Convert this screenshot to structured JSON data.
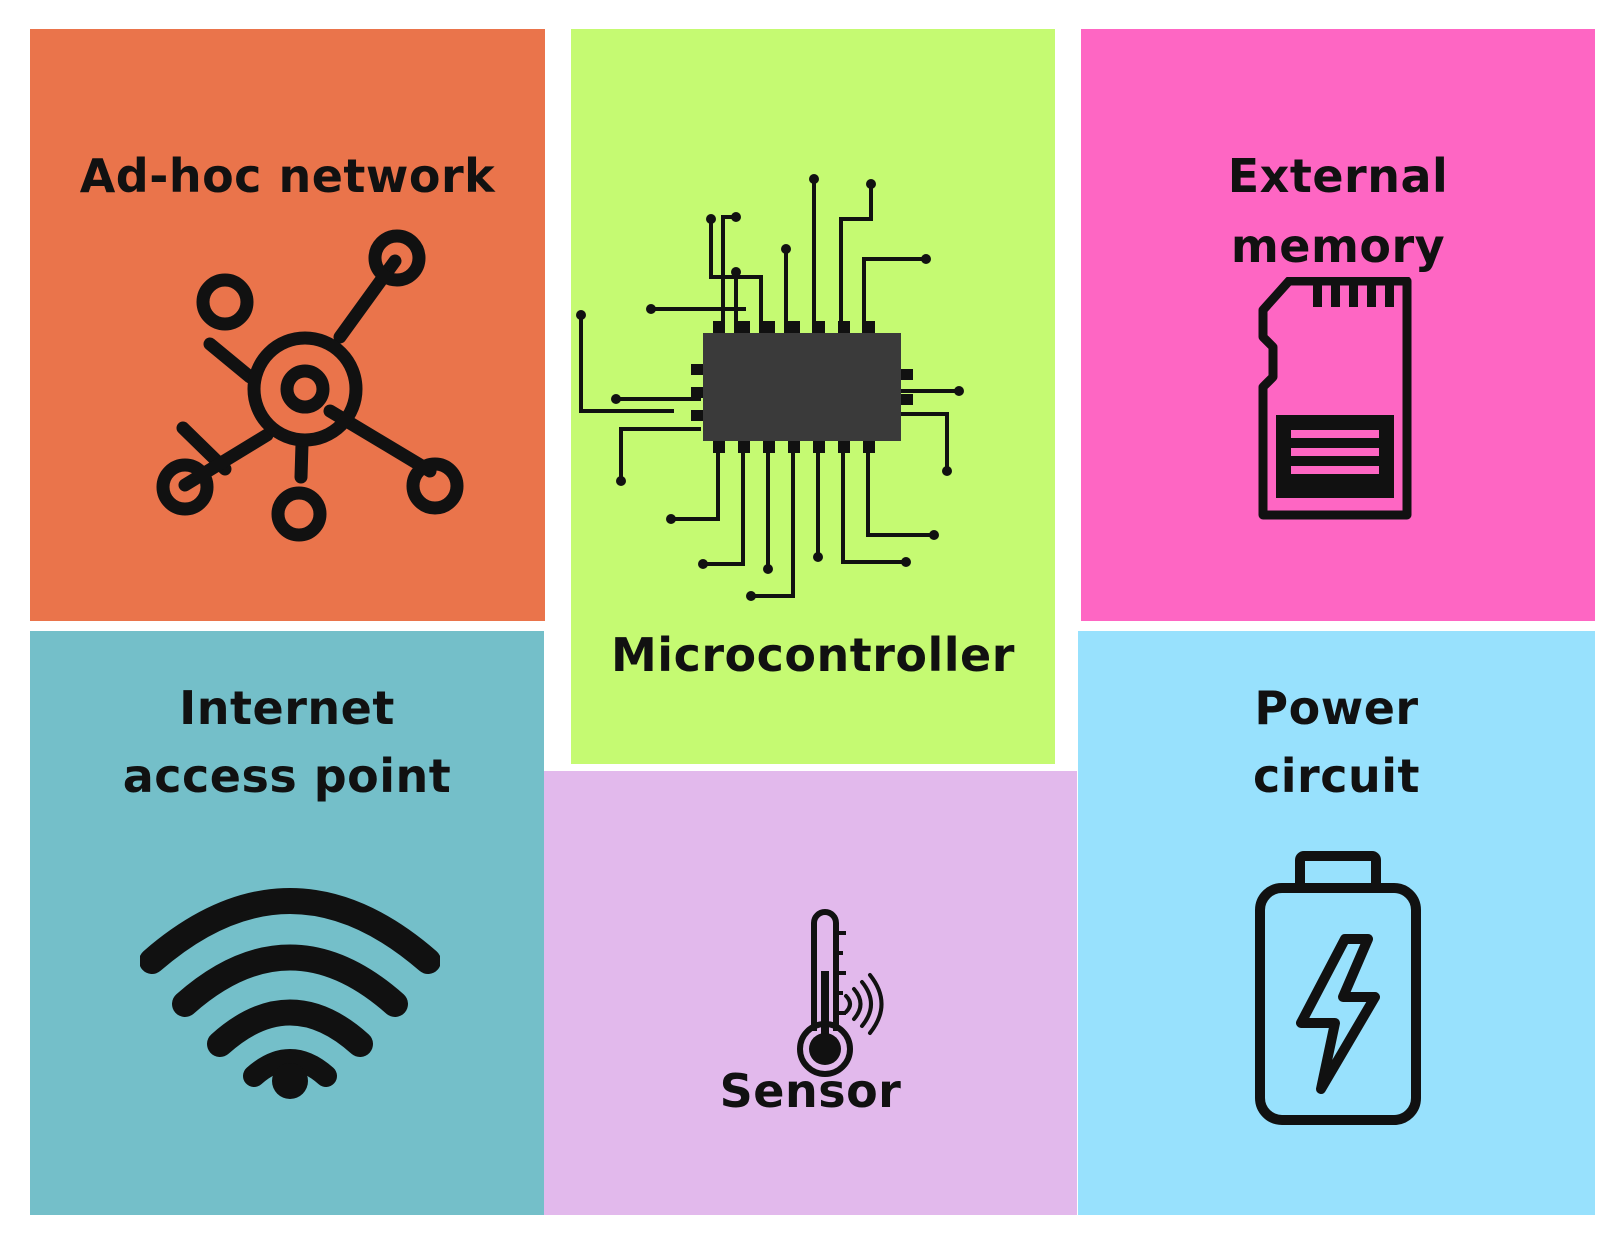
{
  "panels": {
    "adhoc": {
      "label": "Ad-hoc network",
      "color": "#EA744B",
      "icon": "network-hub-icon"
    },
    "micro": {
      "label": "Microcontroller",
      "color": "#C5FA72",
      "icon": "microchip-icon"
    },
    "ext": {
      "label_line1": "External",
      "label_line2": "memory",
      "color": "#FE66C3",
      "icon": "sd-card-icon"
    },
    "inet": {
      "label_line1": "Internet",
      "label_line2": "access point",
      "color": "#74BFC9",
      "icon": "wifi-icon"
    },
    "sensor": {
      "label": "Sensor",
      "color": "#E2B9EC",
      "icon": "thermometer-sensor-icon"
    },
    "power": {
      "label_line1": "Power",
      "label_line2": "circuit",
      "color": "#98E1FD",
      "icon": "battery-icon"
    }
  },
  "icon_color": "#111111"
}
